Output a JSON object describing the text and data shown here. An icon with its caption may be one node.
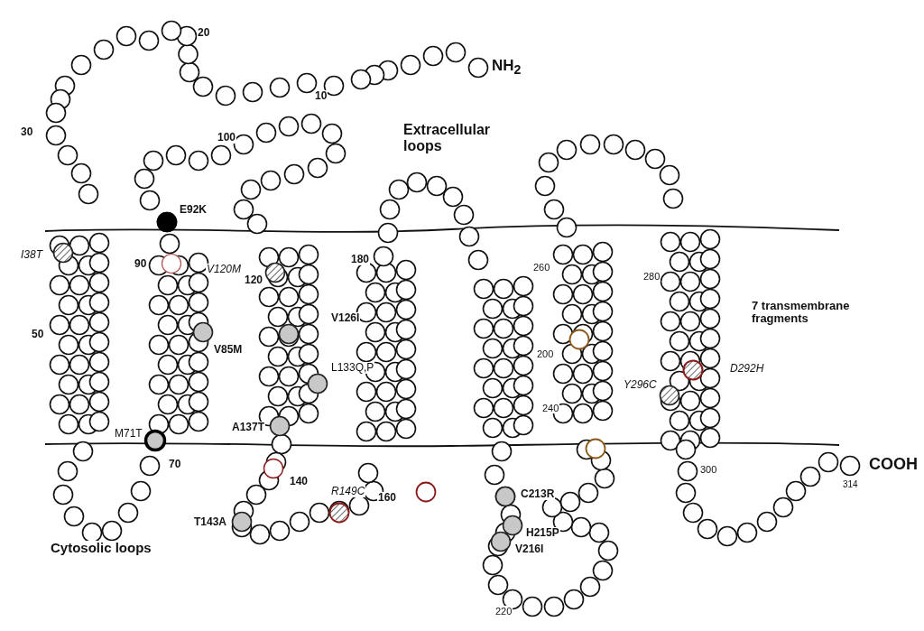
{
  "diagram": {
    "labels": [
      "20",
      "NH$_{2}$",
      "10",
      "30",
      "100",
      "Extracellular loops",
      "E92K",
      "I38T",
      "90",
      "V120M",
      "120",
      "180",
      "260",
      "280",
      "7 transmembrane fragments",
      "V126I",
      "50",
      "V85M",
      "L133Q,P",
      "200",
      "D292H",
      "Y296C",
      "240",
      "A137T",
      "M71T",
      "70",
      "COOH",
      "300",
      "140",
      "314",
      "R149C",
      "160",
      "C213R",
      "T143A",
      "H215P",
      "V216I",
      "Cytosolic loops",
      "220"
    ]
  }
}
